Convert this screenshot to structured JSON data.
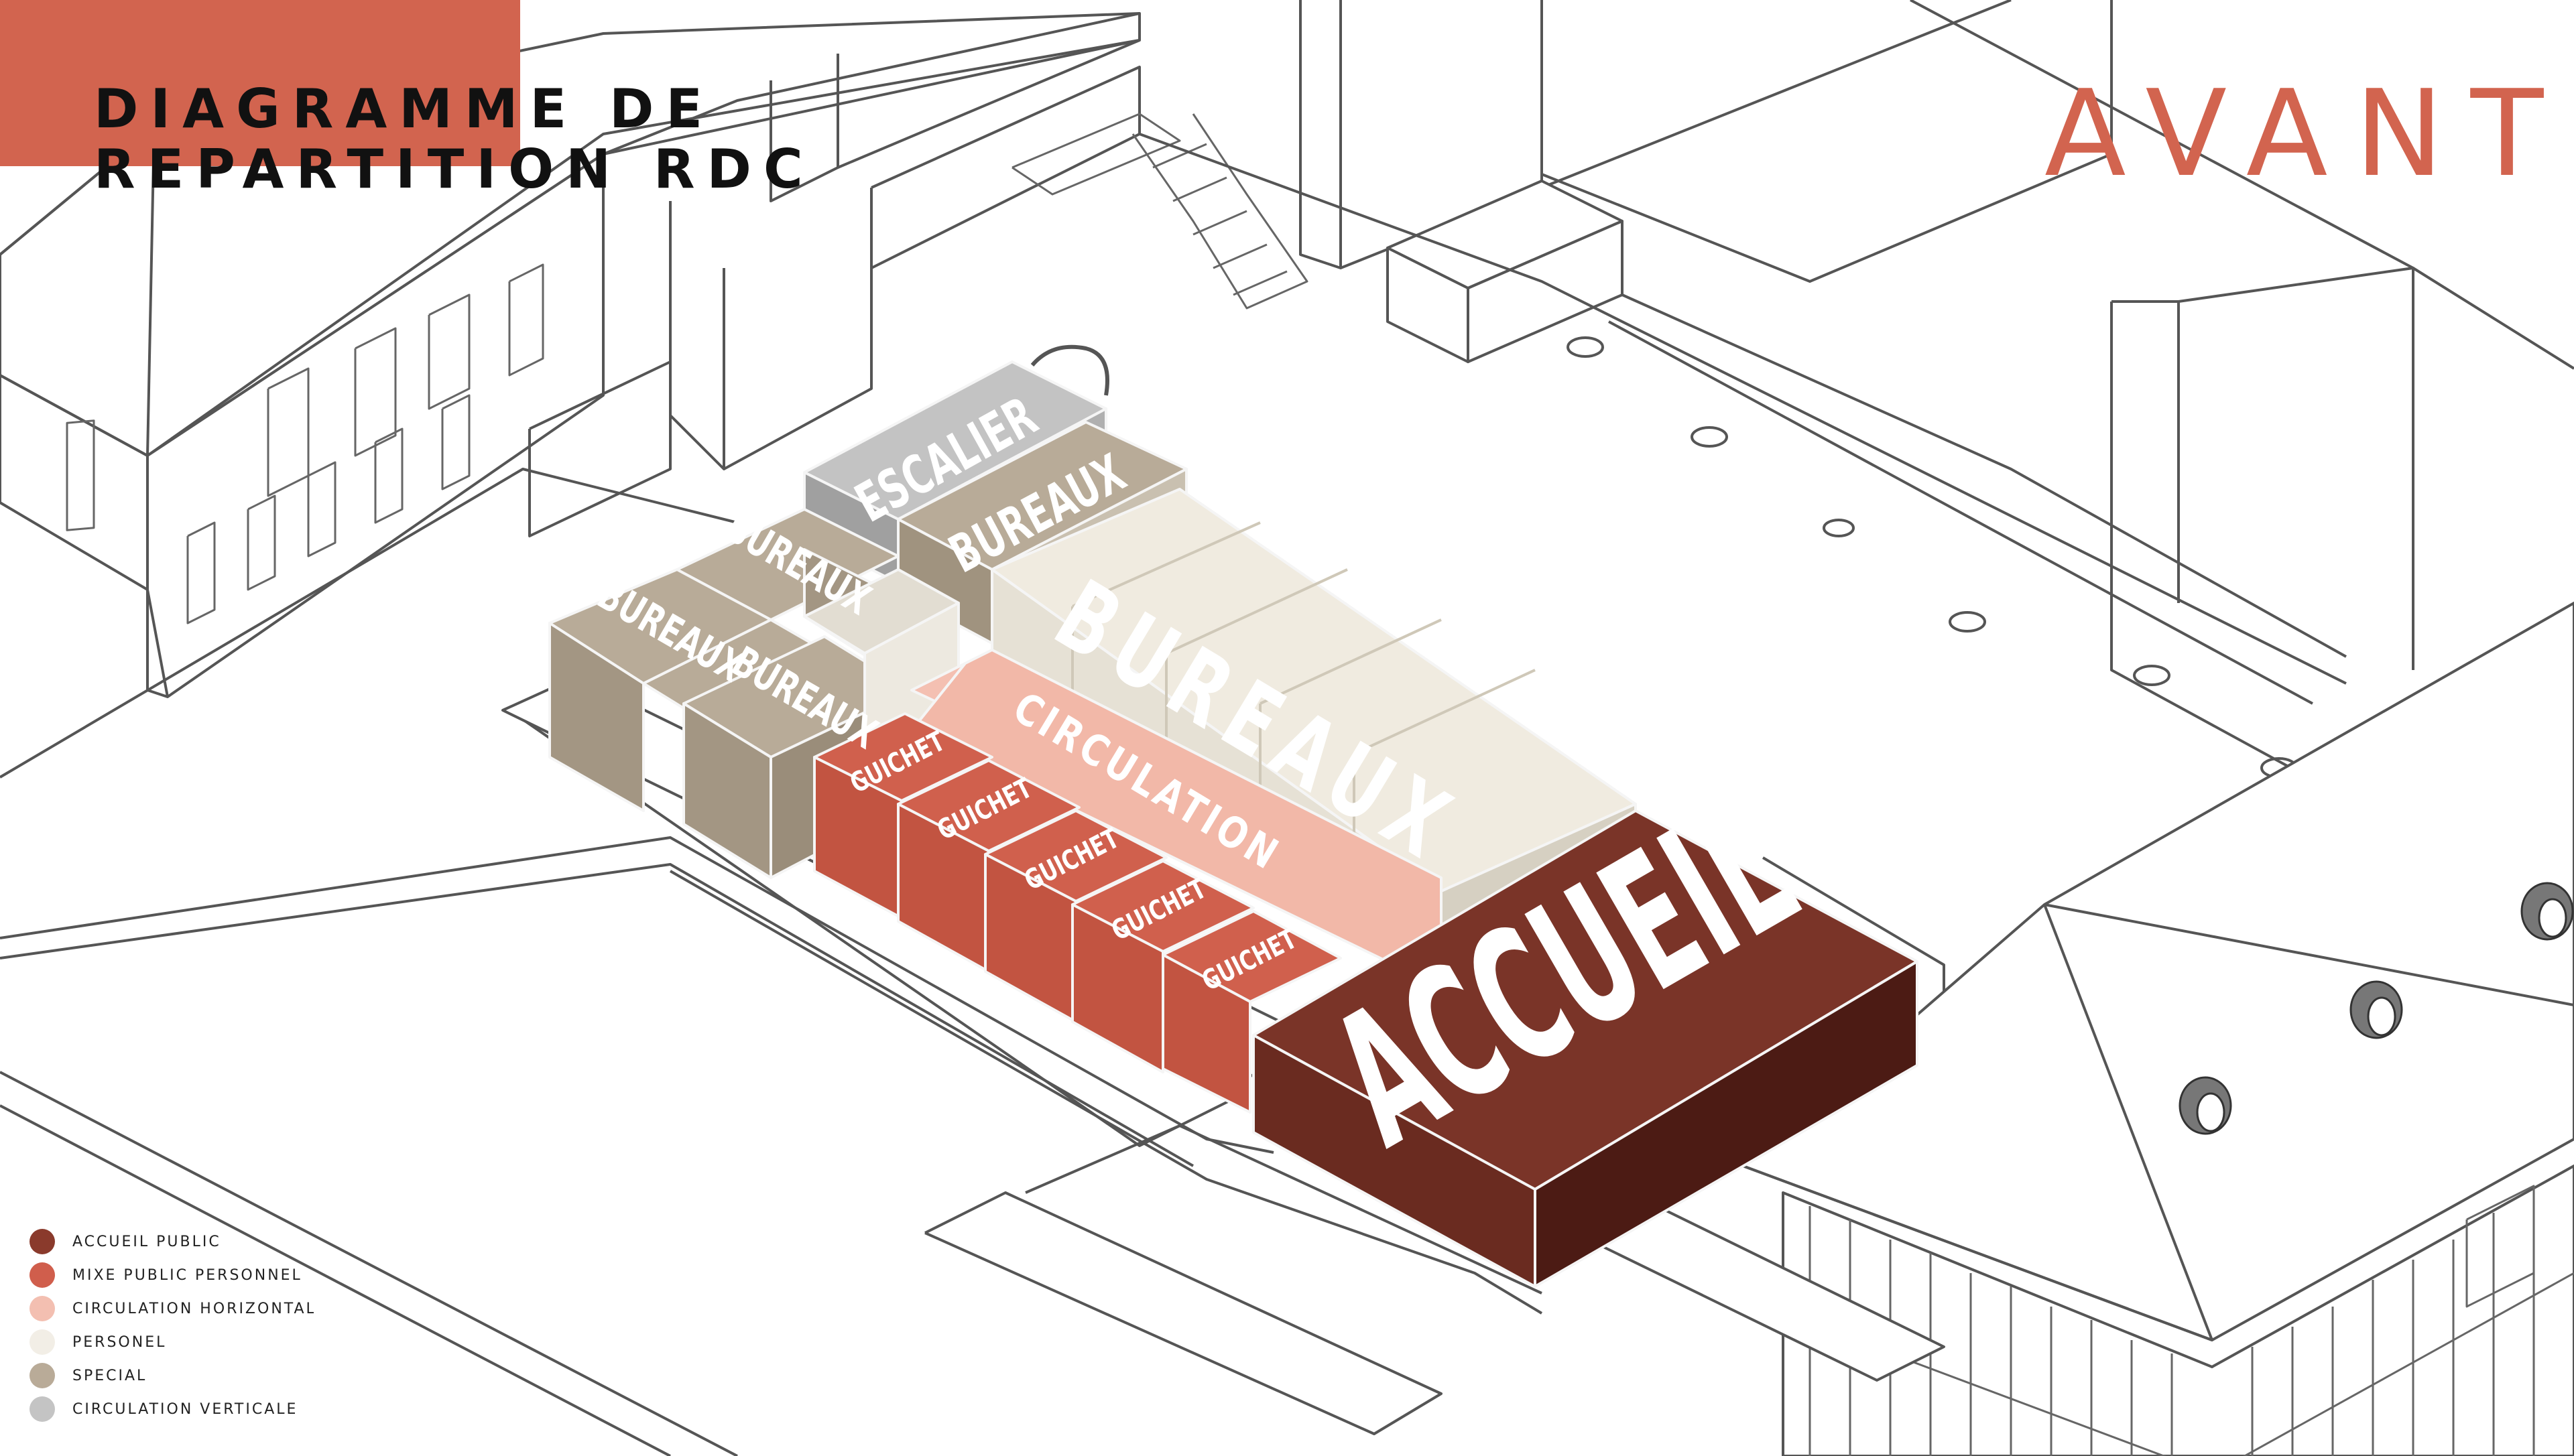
{
  "title": {
    "line1": "DIAGRAMME DE",
    "line2": "REPARTITION RDC"
  },
  "view_label": "AVANT",
  "colors": {
    "accent": "#d2644f",
    "accueil_public": "#7a3428",
    "mixe_public_personnel": "#c85a48",
    "circulation_horizontale": "#f2bcae",
    "personel": "#f0ebe0",
    "special": "#b5a794",
    "circulation_verticale": "#b8b8b8",
    "linework": "#444444"
  },
  "blocks": {
    "escalier": "ESCALIER",
    "bureaux_top": "BUREAUX",
    "bureaux_left_a": "BUREAUX",
    "bureaux_left_b": "BUREAUX",
    "bureaux_left_c": "BUREAUX",
    "bureaux_large": "BUREAUX",
    "circulation": "CIRCULATION",
    "guichet_1": "GUICHET",
    "guichet_2": "GUICHET",
    "guichet_3": "GUICHET",
    "guichet_4": "GUICHET",
    "guichet_5": "GUICHET",
    "accueil": "ACCUEIL"
  },
  "legend": [
    {
      "label": "ACCUEIL PUBLIC",
      "color": "#8a3a2c"
    },
    {
      "label": "MIXE PUBLIC PERSONNEL",
      "color": "#d05e4c"
    },
    {
      "label": "CIRCULATION HORIZONTALE",
      "color": "#f3bfb1"
    },
    {
      "label": "PERSONEL",
      "color": "#f2eee6"
    },
    {
      "label": "SPECIAL",
      "color": "#b9ab98"
    },
    {
      "label": "CIRCULATION VERTICALE",
      "color": "#c4c4c4"
    }
  ]
}
